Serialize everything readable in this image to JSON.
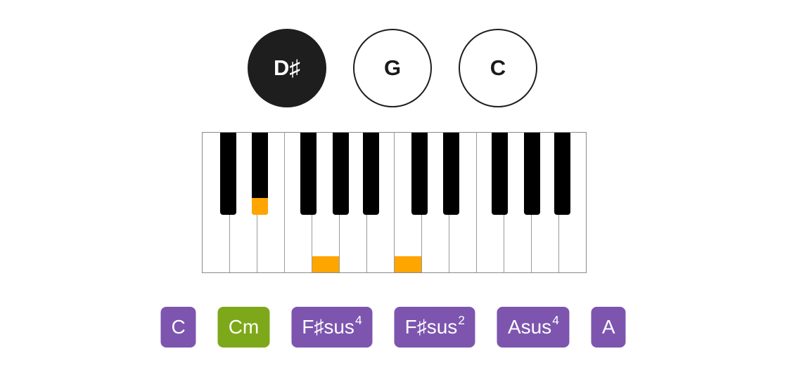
{
  "note_circles": [
    {
      "label": "D♯",
      "filled": true
    },
    {
      "label": "G",
      "filled": false
    },
    {
      "label": "C",
      "filled": false
    }
  ],
  "keyboard": {
    "octaves": 2,
    "white_notes": [
      "C",
      "D",
      "E",
      "F",
      "G",
      "A",
      "B"
    ],
    "black_notes": [
      "C♯",
      "D♯",
      "F♯",
      "G♯",
      "A♯"
    ],
    "highlighted_keys": [
      {
        "note": "D♯",
        "octave": 0,
        "type": "black"
      },
      {
        "note": "G",
        "octave": 0,
        "type": "white"
      },
      {
        "note": "C",
        "octave": 1,
        "type": "white"
      }
    ],
    "highlight_color": "#FFA500"
  },
  "chord_buttons": [
    {
      "base": "C",
      "sup": "",
      "selected": false
    },
    {
      "base": "Cm",
      "sup": "",
      "selected": true
    },
    {
      "base": "F♯sus",
      "sup": "4",
      "selected": false
    },
    {
      "base": "F♯sus",
      "sup": "2",
      "selected": false
    },
    {
      "base": "Asus",
      "sup": "4",
      "selected": false
    },
    {
      "base": "A",
      "sup": "",
      "selected": false
    }
  ],
  "colors": {
    "accent_purple": "#7D55AF",
    "selected_green": "#7DA819",
    "highlight_orange": "#FFA500",
    "circle_dark": "#1E1E1E"
  }
}
